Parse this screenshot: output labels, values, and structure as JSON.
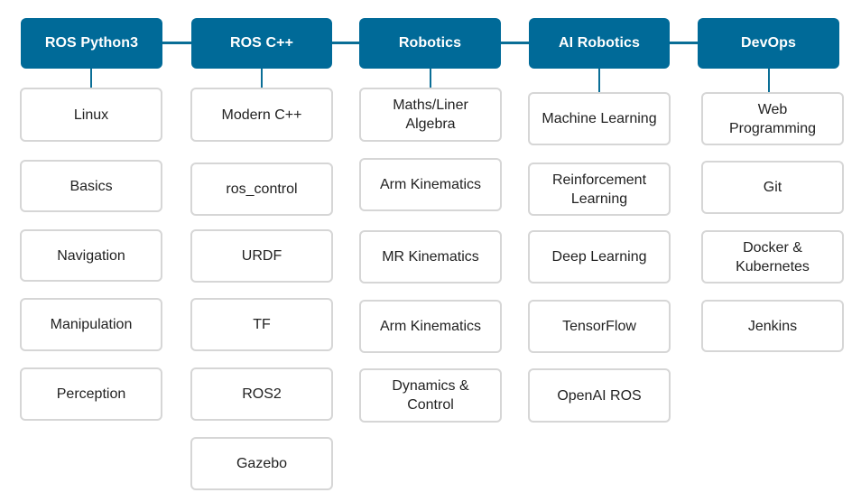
{
  "roadmap": {
    "columns": [
      {
        "title": "ROS Python3",
        "topics": [
          "Linux",
          "Basics",
          "Navigation",
          "Manipulation",
          "Perception"
        ]
      },
      {
        "title": "ROS C++",
        "topics": [
          "Modern C++",
          "ros_control",
          "URDF",
          "TF",
          "ROS2",
          "Gazebo"
        ]
      },
      {
        "title": "Robotics",
        "topics": [
          "Maths/Liner\nAlgebra",
          "Arm Kinematics",
          "MR Kinematics",
          "Arm Kinematics",
          "Dynamics &\nControl"
        ]
      },
      {
        "title": "AI Robotics",
        "topics": [
          "Machine Learning",
          "Reinforcement\nLearning",
          "Deep Learning",
          "TensorFlow",
          "OpenAI ROS"
        ]
      },
      {
        "title": "DevOps",
        "topics": [
          "Web\nProgramming",
          "Git",
          "Docker &\nKubernetes",
          "Jenkins"
        ]
      }
    ]
  },
  "colors": {
    "header_bg": "#006a98",
    "header_text": "#ffffff",
    "connector": "#0a6e96",
    "topic_border": "#d6d6d6",
    "topic_text": "#222222"
  }
}
